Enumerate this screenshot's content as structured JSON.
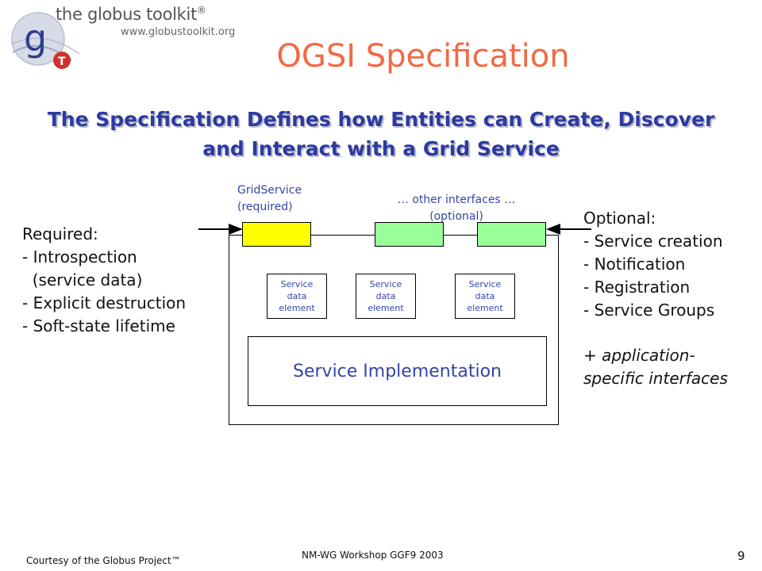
{
  "logo": {
    "name": "the globus toolkit",
    "reg": "®",
    "url": "www.globustoolkit.org",
    "letter": "g",
    "badge": "T"
  },
  "title": "OGSI Specification",
  "subtitle": {
    "line1": "The Specification Defines how Entities can Create, Discover",
    "line2": "and Interact with a Grid Service"
  },
  "required": {
    "heading": "Required:",
    "items": [
      "- Introspection",
      "  (service data)",
      "- Explicit destruction",
      "- Soft-state lifetime"
    ]
  },
  "optional": {
    "heading": "Optional:",
    "items": [
      "- Service creation",
      "- Notification",
      "- Registration",
      "- Service Groups"
    ],
    "extra1": "+ application-",
    "extra2": "specific interfaces"
  },
  "diagram": {
    "gridservice_label1": "GridService",
    "gridservice_label2": "(required)",
    "other_label1": "… other interfaces …",
    "other_label2": "(optional)",
    "sde_line1": "Service",
    "sde_line2": "data",
    "sde_line3": "element",
    "implementation": "Service Implementation"
  },
  "footer": {
    "courtesy": "Courtesy of the Globus Project™",
    "workshop": "NM-WG Workshop  GGF9 2003",
    "page": "9"
  },
  "colors": {
    "title": "#f26a43",
    "subtitle": "#2c3aa0",
    "required_interface": "#ffff00",
    "optional_interface": "#99ff99",
    "label": "#3344aa"
  }
}
